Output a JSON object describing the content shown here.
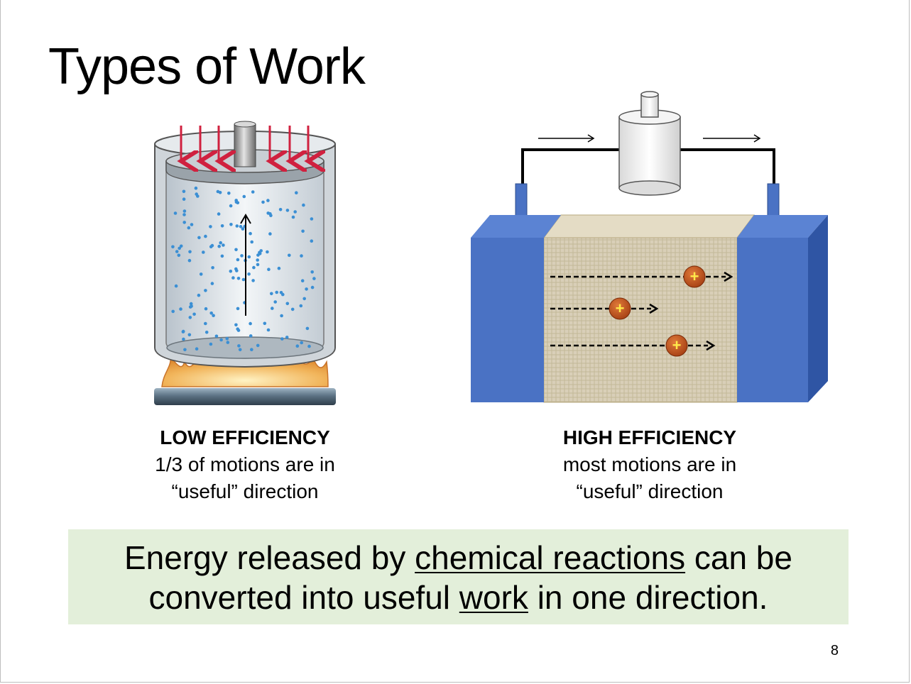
{
  "slide": {
    "title": "Types of Work",
    "page_number": "8"
  },
  "left_panel": {
    "heading": "LOW EFFICIENCY",
    "line1": "1/3 of motions are in",
    "line2": "“useful” direction",
    "icon": "piston-cylinder-on-burner"
  },
  "right_panel": {
    "heading": "HIGH EFFICIENCY",
    "line1": "most motions are in",
    "line2": "“useful” direction",
    "icon": "battery-cell-with-motor",
    "charge_symbol": "+"
  },
  "callout": {
    "part1": "Energy released by ",
    "underline1": "chemical reactions",
    "part2": " can be",
    "part3": "converted into useful ",
    "underline2": "work",
    "part4": " in one direction."
  },
  "colors": {
    "callout_bg": "#e3efda",
    "arrow_red": "#d0213f",
    "molecule_blue": "#3b8fd4",
    "electrode_blue": "#4a72c4",
    "charge_orange": "#c8551c",
    "plus_yellow": "#ffe94a"
  }
}
